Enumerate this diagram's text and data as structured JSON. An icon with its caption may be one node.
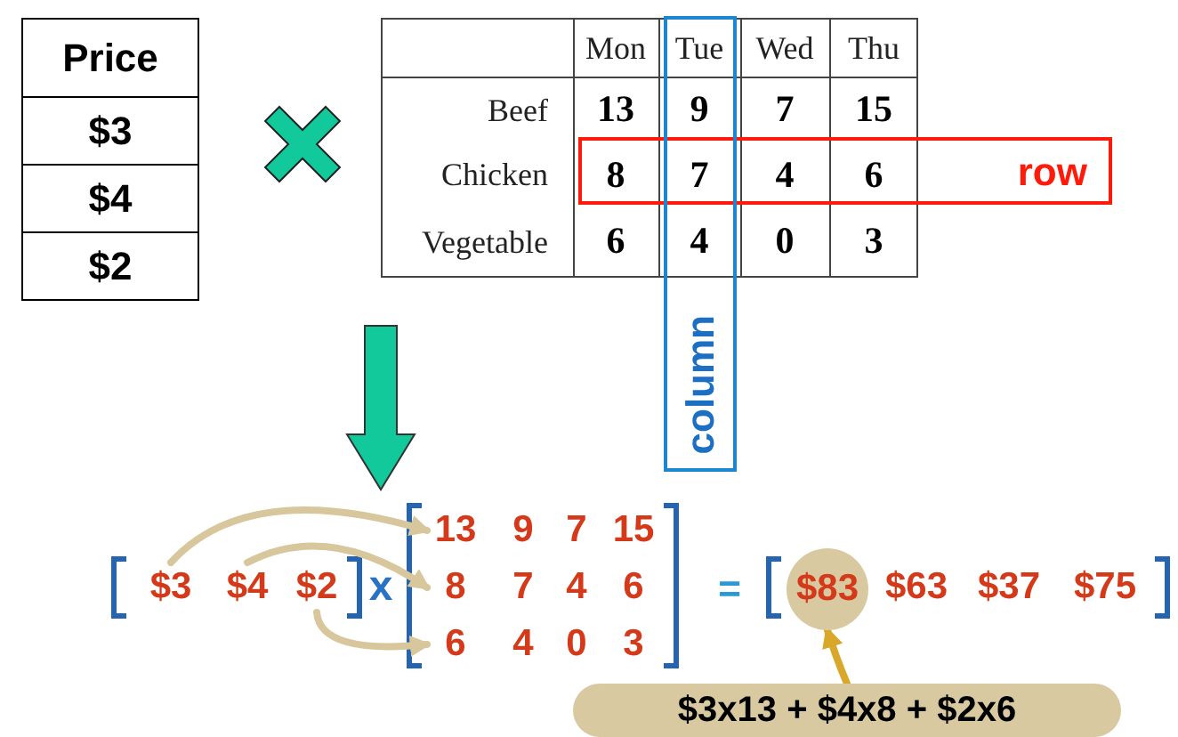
{
  "diagram": {
    "nodes": [
      {
        "text": [
          "row"
        ]
      },
      {
        "text": [
          "column"
        ]
      },
      {
        "text": [
          "$3"
        ]
      },
      {
        "text": [
          "$4"
        ]
      },
      {
        "text": [
          "$2"
        ]
      },
      {
        "text": [
          "13"
        ]
      },
      {
        "text": [
          "8"
        ]
      },
      {
        "text": [
          "6"
        ]
      },
      {
        "text": [
          "$83"
        ]
      },
      {
        "text": [
          "$3x13 + $4x8 + $2x6"
        ]
      }
    ],
    "edges": [
      {
        "from": 2,
        "to": 5,
        "arrow": "to",
        "color": "#d8c79c"
      },
      {
        "from": 3,
        "to": 6,
        "arrow": "to",
        "color": "#d8c79c"
      },
      {
        "from": 4,
        "to": 7,
        "arrow": "to",
        "color": "#d8c79c"
      },
      {
        "from": 9,
        "to": 8,
        "arrow": "to",
        "color": "#d9a82a"
      }
    ],
    "labels": [
      "Price",
      "$3",
      "$4",
      "$2",
      "Mon",
      "Tue",
      "Wed",
      "Thu",
      "Beef",
      "13",
      "9",
      "7",
      "15",
      "Chicken",
      "8",
      "7",
      "4",
      "6",
      "Vegetable",
      "6",
      "4",
      "0",
      "3",
      "x",
      "9",
      "7",
      "15",
      "7",
      "4",
      "6",
      "4",
      "0",
      "3",
      "=",
      "$63",
      "$37",
      "$75"
    ]
  }
}
